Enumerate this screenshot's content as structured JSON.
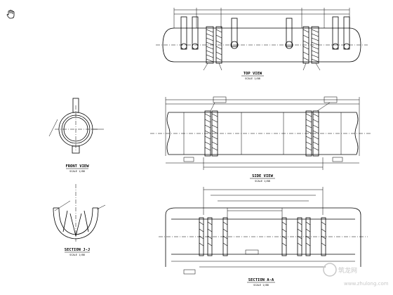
{
  "cursor": {
    "icon": "hand-cursor-icon"
  },
  "top_view": {
    "title": "TOP VIEW",
    "scale": "SCALE 1/88"
  },
  "front_view": {
    "title": "FRONT VIEW",
    "scale": "SCALE 1/88"
  },
  "section_jj": {
    "title": "SECTION J-J",
    "scale": "SCALE 1/88"
  },
  "side_view": {
    "title": "SIDE VIEW",
    "scale": "SCALE 1/88"
  },
  "section_aa": {
    "title": "SECTION A-A",
    "scale": "SCALE 1/88"
  },
  "watermark": {
    "main": "筑龙网",
    "url": "www.zhulong.com"
  },
  "colors": {
    "line": "#000000",
    "background": "#ffffff",
    "watermark": "#c8c8c8"
  }
}
